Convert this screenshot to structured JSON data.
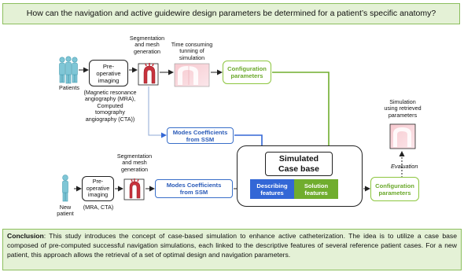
{
  "question": "How can the navigation and active guidewire design parameters be determined for a patient’s specific anatomy?",
  "top_row": {
    "patients_label": "Patients",
    "imaging_box": "Pre-\noperative\nimaging",
    "imaging_note": "(Magnetic resonance\nangiography (MRA),\nComputed tomography\nangiography (CTA))",
    "segmentation_label": "Segmentation\nand mesh\ngeneration",
    "tuning_label": "Time consuming\ntunning of\nsimulation",
    "config_box": "Configuration\nparameters"
  },
  "modes_box_top": "Modes Coefficients\nfrom SSM",
  "case_base": {
    "title": "Simulated\nCase base",
    "describing": "Describing\nfeatures",
    "solution": "Solution\nfeatures"
  },
  "bottom_row": {
    "new_patient_label": "New\npatient",
    "imaging_box": "Pre-\noperative\nimaging",
    "imaging_note": "(MRA, CTA)",
    "segmentation_label": "Segmentation\nand mesh\ngeneration",
    "modes_box": "Modes Coefficients\nfrom SSM",
    "config_box": "Configuration\nparameters"
  },
  "simulation_label": "Simulation\nusing retrieved\nparameters",
  "evaluation_label": "Evaluation",
  "conclusion": {
    "heading": "Conclusion",
    "text": ": This study introduces the concept of case-based simulation to enhance active catheterization. The idea is to utilize a case base composed of pre-computed successful navigation simulations, each linked to the descriptive features of several reference patient cases. For a new patient, this approach allows the retrieval of a set of optimal design and navigation parameters."
  },
  "colors": {
    "blue": "#3367d6",
    "green": "#70ad2e",
    "light_green": "#8dc63f",
    "panel_bg": "#e4f1d6"
  }
}
